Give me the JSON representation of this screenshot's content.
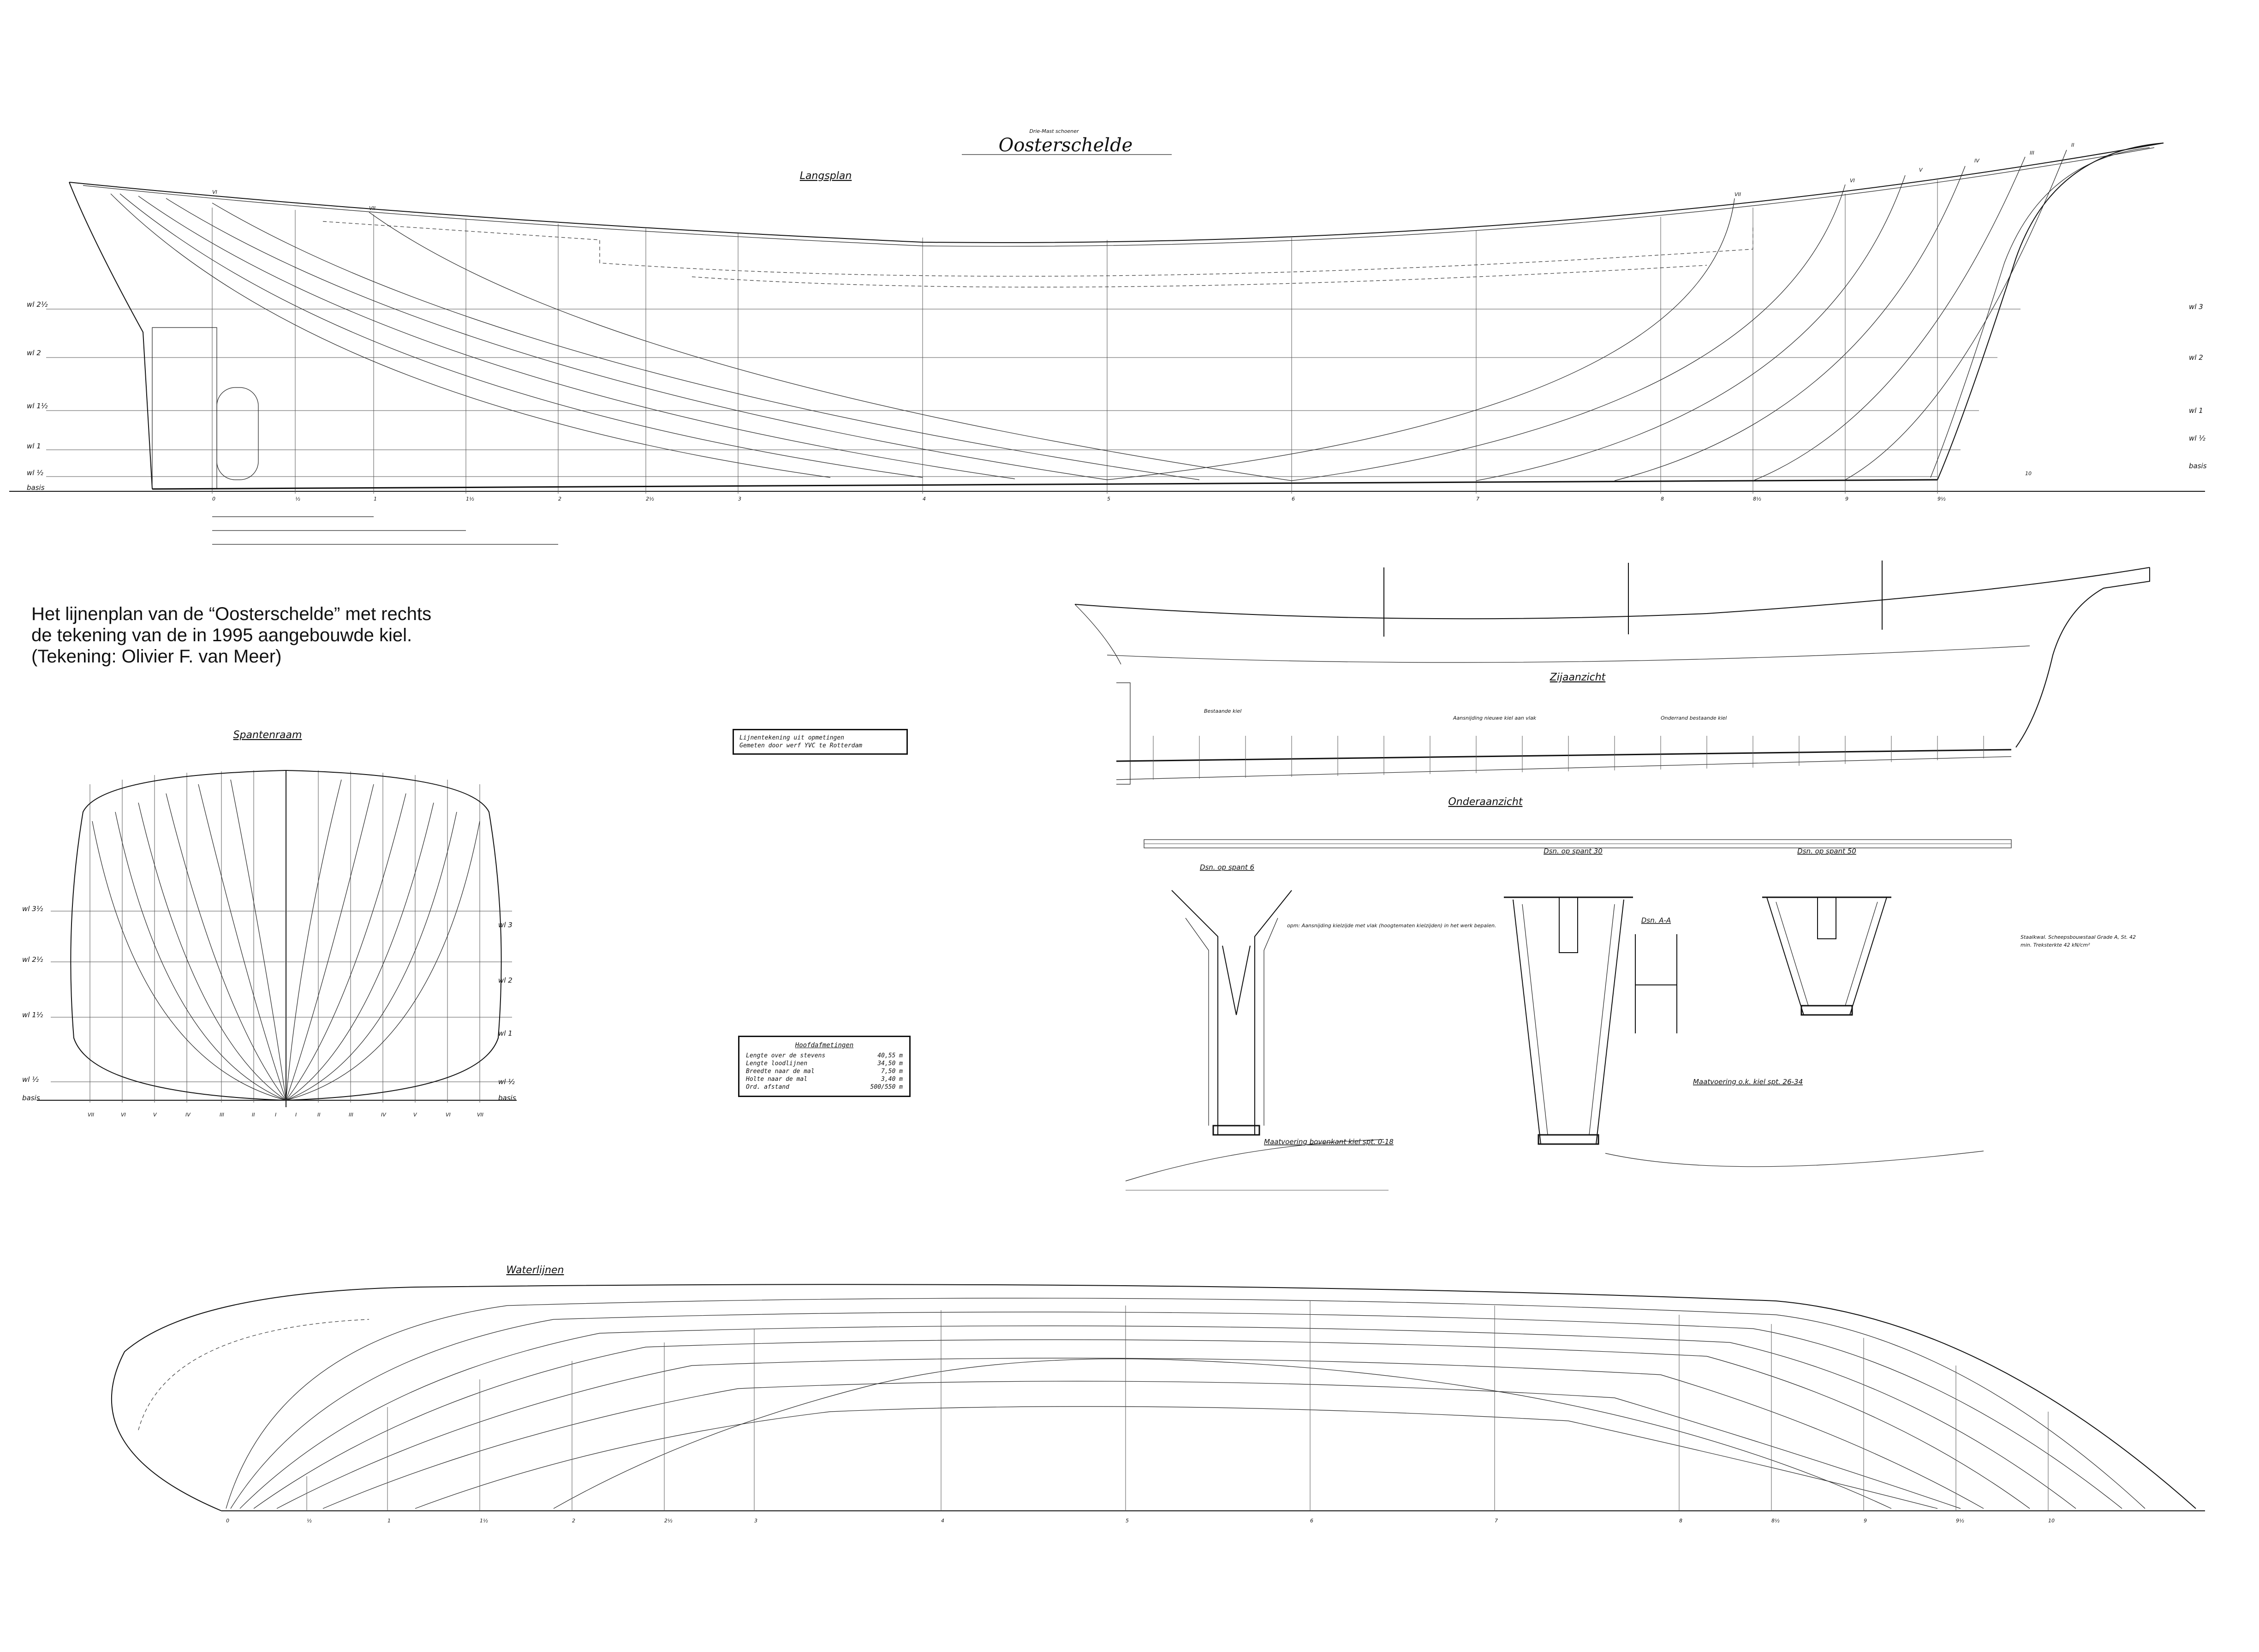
{
  "caption": {
    "line1": "Het lijnenplan van de “Oosterschelde” met rechts",
    "line2": "de tekening van de in 1995 aangebouwde kiel.",
    "line3": "(Tekening: Olivier F. van Meer)"
  },
  "header": {
    "subtitle": "Drie-Mast schoener",
    "name": "Oosterschelde"
  },
  "views": {
    "langsplan": "Langsplan",
    "spantenraam": "Spantenraam",
    "waterlijnen": "Waterlijnen",
    "zijaanzicht": "Zijaanzicht",
    "onderaanzicht": "Onderaanzicht"
  },
  "waterline_labels": [
    "wl 2½",
    "wl 2",
    "wl 1½",
    "wl 1",
    "wl ½",
    "basis"
  ],
  "waterline_labels_right": [
    "wl 3",
    "wl 2",
    "wl 1",
    "wl ½",
    "basis"
  ],
  "body_labels_left": [
    "wl 3½",
    "wl 2½",
    "wl 1½",
    "wl ½",
    "basis"
  ],
  "body_labels_right": [
    "wl 3",
    "wl 2",
    "wl 1",
    "wl ½",
    "basis"
  ],
  "station_numbers": [
    "0",
    "½",
    "1",
    "1½",
    "2",
    "2½",
    "3",
    "4",
    "5",
    "6",
    "7",
    "8",
    "8½",
    "9",
    "9½",
    "10"
  ],
  "buttock_labels": [
    "VII",
    "VI",
    "V",
    "IV",
    "III",
    "II",
    "I",
    "I",
    "II",
    "III",
    "IV",
    "V",
    "VI",
    "VII"
  ],
  "source_box": {
    "line1": "Lijnentekening uit opmetingen",
    "line2": "Gemeten door werf YVC te Rotterdam"
  },
  "dimensions": {
    "title": "Hoofdafmetingen",
    "rows": [
      {
        "label": "Lengte over de stevens",
        "value": "40,55 m"
      },
      {
        "label": "Lengte loodlijnen",
        "value": "34,50 m"
      },
      {
        "label": "Breedte naar de mal",
        "value": "7,50 m"
      },
      {
        "label": "Holte naar de mal",
        "value": "3,40 m"
      },
      {
        "label": "Ord. afstand",
        "value": "500/550 m"
      }
    ]
  },
  "sections": {
    "spant6": "Dsn. op spant 6",
    "spant30": "Dsn. op spant 30",
    "spant50": "Dsn. op spant 50",
    "aa": "Dsn. A-A",
    "note": "opm: Aansnijding kielzijde met vlak (hoogtematen kielzijden) in het werk bepalen.",
    "maat1": "Maatvoering bovenkant kiel spt. 0-18",
    "maat2": "Maatvoering o.k. kiel spt. 26-34",
    "staal": "Staalkwal. Scheepsbouwstaal Grade A, St. 42",
    "staal2": "min. Treksterkte 42 kN/cm²"
  },
  "keel_notes": [
    "Aansnijding nieuwe kiel aan vlak",
    "Onderrand bestaande kiel",
    "Bestaande kiel"
  ]
}
